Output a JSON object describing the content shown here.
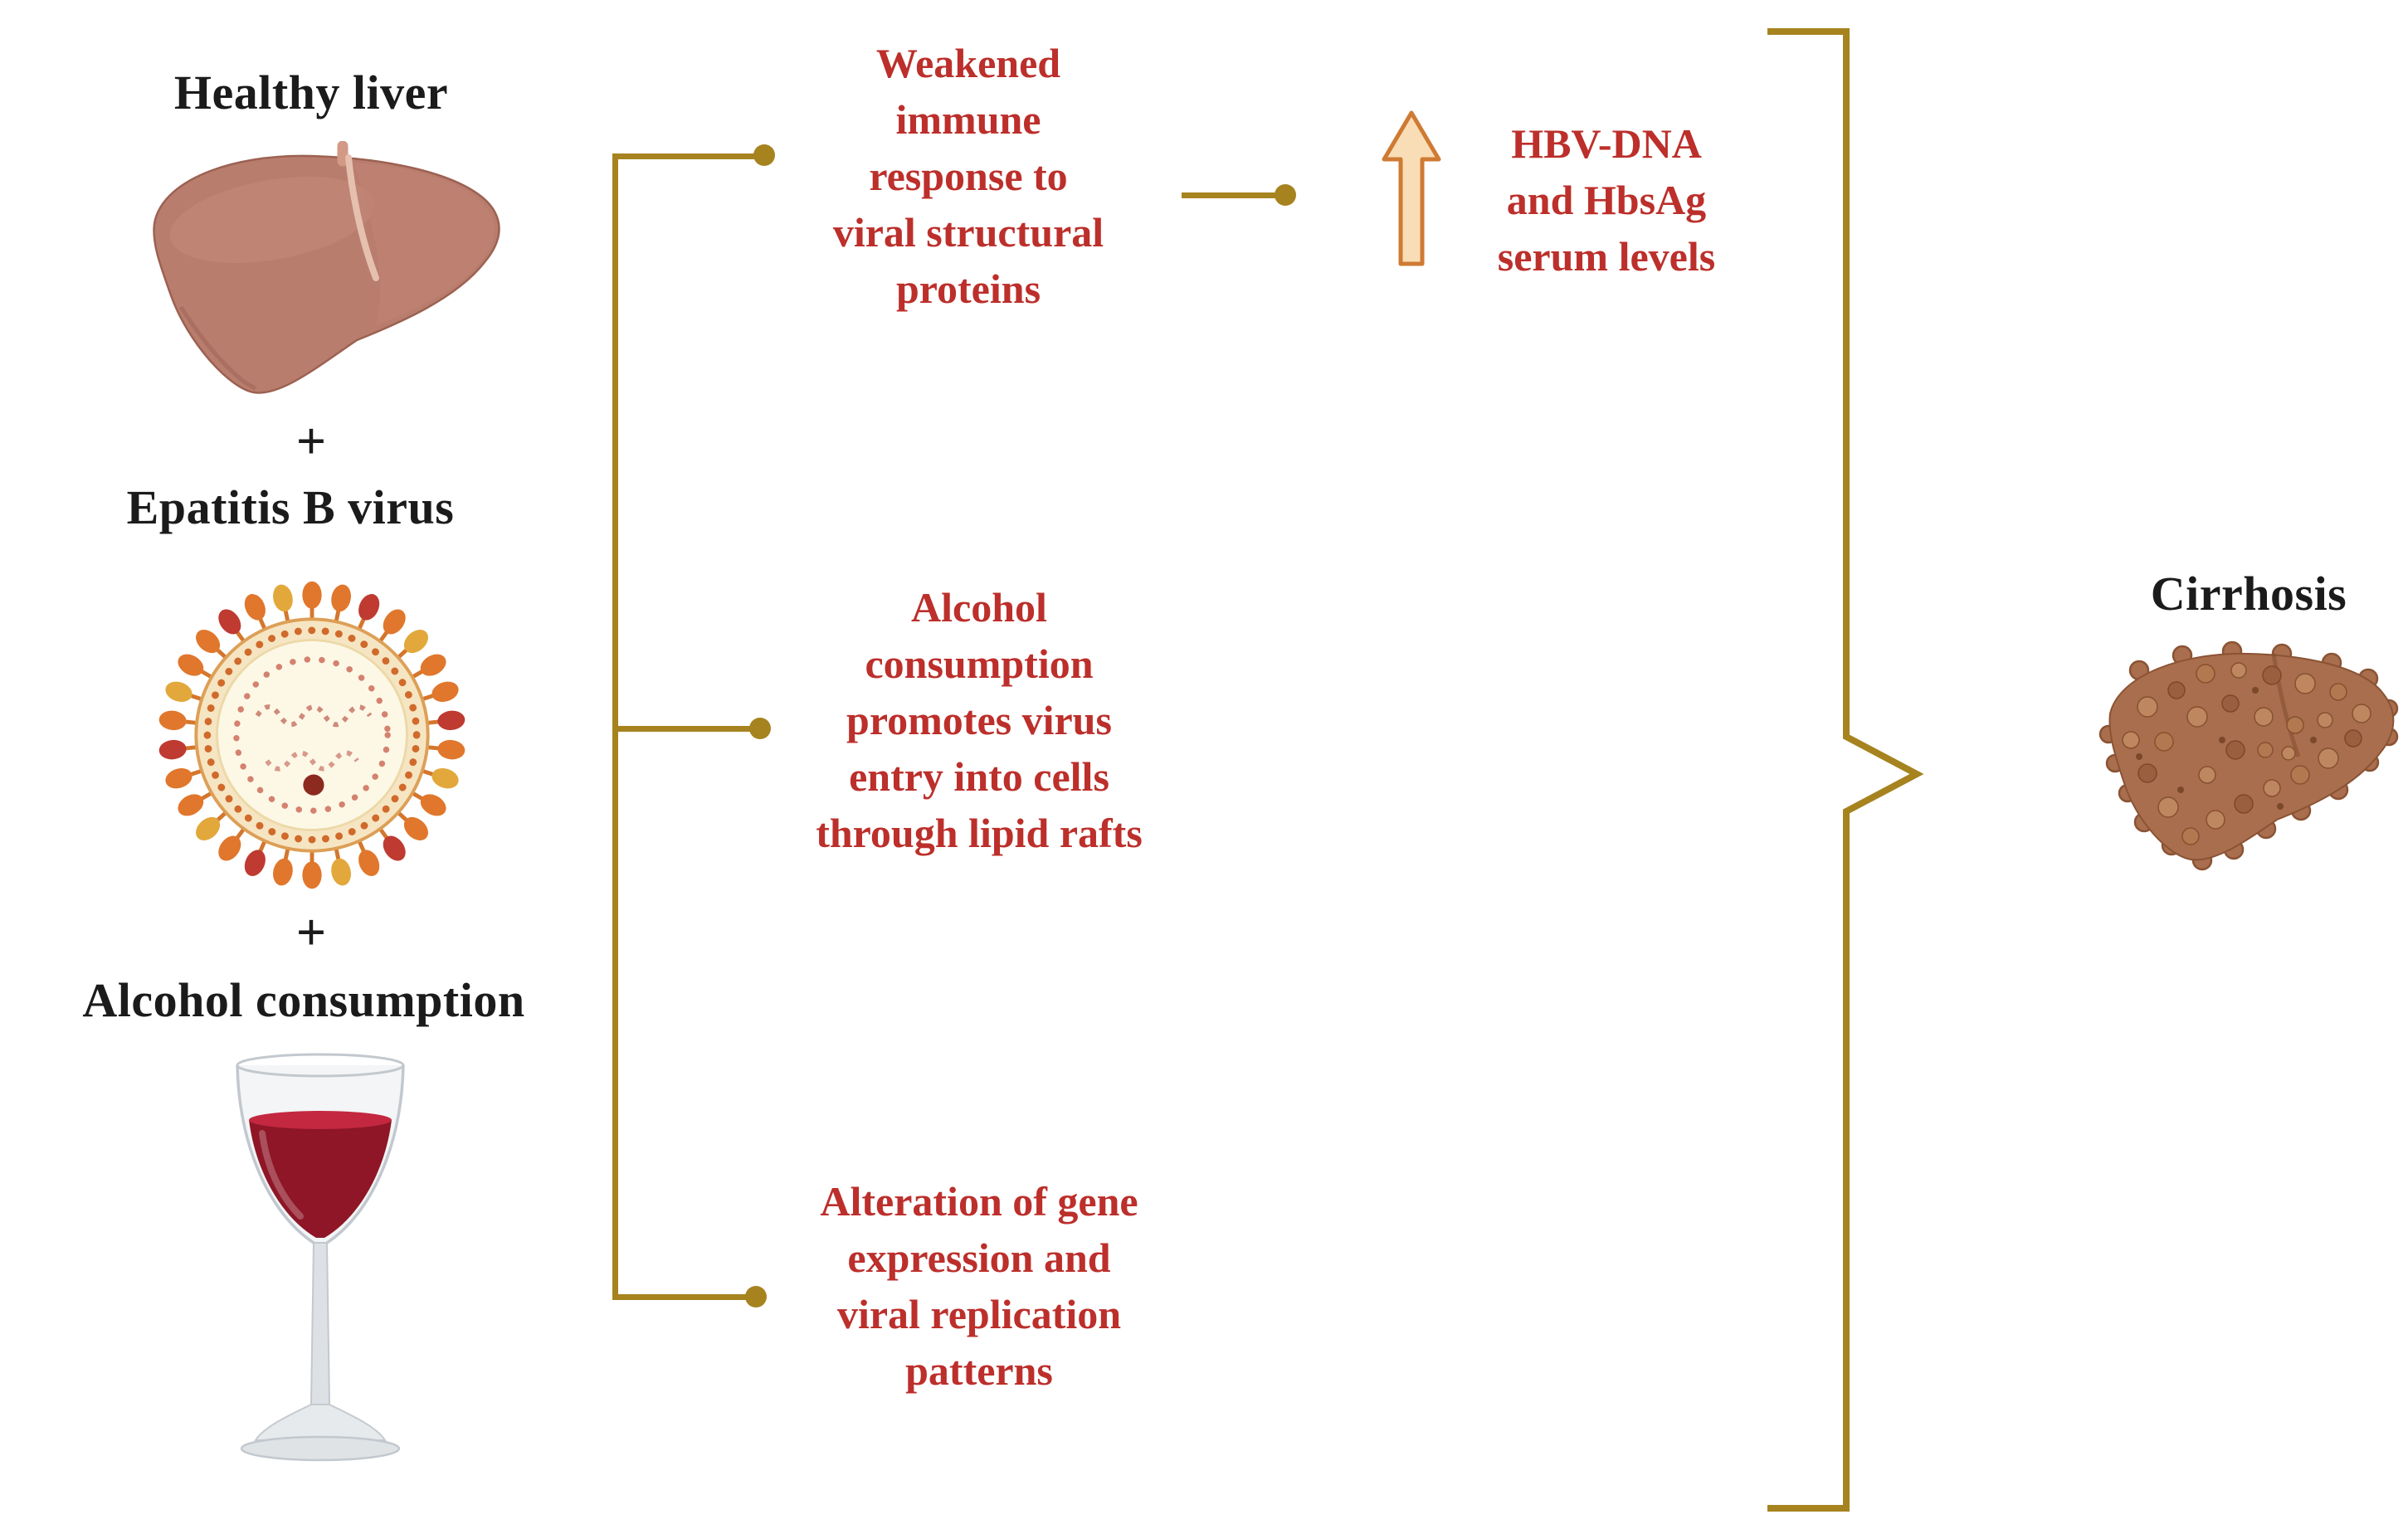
{
  "palette": {
    "bracket_line": "#A6831F",
    "red_text": "#BC2F2B",
    "black_text": "#1b1b1b",
    "healthy_liver": "#b97d6e",
    "cirrhotic_liver": "#a96e4d",
    "wine": "#8e1626",
    "virus_spike_orange": "#e0772c",
    "virus_spike_red": "#bf3a30",
    "virus_spike_yellow": "#e2a83b",
    "arrow_fill": "#f9ddb7",
    "arrow_stroke": "#cf7a33"
  },
  "inputs": {
    "healthy_liver": {
      "label": "Healthy liver"
    },
    "plus_top": "+",
    "hbv": {
      "label": "Epatitis B virus"
    },
    "plus_bottom": "+",
    "alcohol": {
      "label": "Alcohol consumption"
    }
  },
  "mechanisms": [
    {
      "id": "immune-response",
      "text": "Weakened\nimmune\nresponse to\nviral structural\nproteins"
    },
    {
      "id": "virus-entry",
      "text": "Alcohol\nconsumption\npromotes virus\nentry into cells\nthrough lipid rafts"
    },
    {
      "id": "gene-expression",
      "text": "Alteration of gene\nexpression and\nviral replication\npatterns"
    }
  ],
  "serum_note": {
    "arrow": "increase",
    "text": "HBV-DNA\nand HbsAg\nserum levels"
  },
  "outcome": {
    "label": "Cirrhosis"
  }
}
